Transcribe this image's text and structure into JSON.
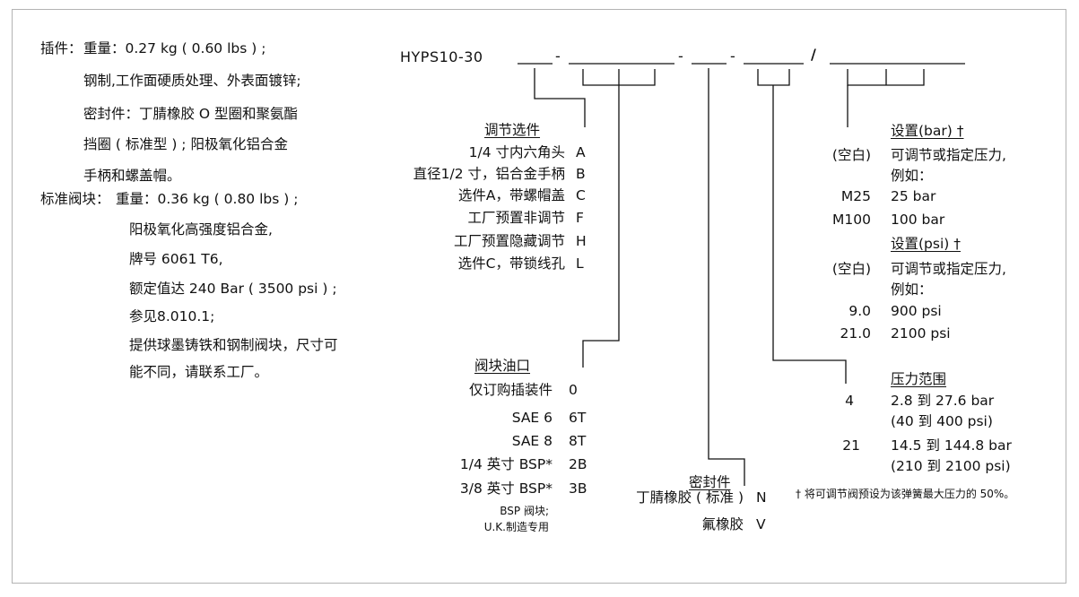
{
  "left": {
    "insert_label": "插件：",
    "insert_lines": [
      "重量：0.27 kg ( 0.60 lbs ) ;",
      "钢制,工作面硬质处理、外表面镀锌;",
      "密封件：丁腈橡胶 O 型圈和聚氨酯",
      "挡圈 ( 标准型 ) ; 阳极氧化铝合金",
      "手柄和螺盖帽。"
    ],
    "block_label": "标准阀块：",
    "block_lines": [
      "重量：0.36 kg ( 0.80 lbs ) ;",
      "阳极氧化高强度铝合金,",
      "牌号 6061 T6,",
      "额定值达 240 Bar ( 3500 psi ) ;",
      "参见8.010.1;",
      "提供球墨铸铁和钢制阀块，尺寸可",
      "能不同，请联系工厂。"
    ]
  },
  "model": {
    "code": "HYPS10-30",
    "dash": "-",
    "slash": "/"
  },
  "adjust": {
    "title": "调节选件",
    "rows": [
      {
        "label": "1/4 寸内六角头",
        "code": "A"
      },
      {
        "label": "直径1/2 寸，铝合金手柄",
        "code": "B"
      },
      {
        "label": "选件A，带螺帽盖",
        "code": "C"
      },
      {
        "label": "工厂预置非调节",
        "code": "F"
      },
      {
        "label": "工厂预置隐藏调节",
        "code": "H"
      },
      {
        "label": "选件C，带锁线孔",
        "code": "L"
      }
    ]
  },
  "ports": {
    "title": "阀块油口",
    "rows": [
      {
        "label": "仅订购插装件",
        "code": "0"
      },
      {
        "label": "SAE 6",
        "code": "6T"
      },
      {
        "label": "SAE 8",
        "code": "8T"
      },
      {
        "label": "1/4 英寸 BSP*",
        "code": "2B"
      },
      {
        "label": "3/8 英寸 BSP*",
        "code": "3B"
      }
    ],
    "note1": "BSP 阀块;",
    "note2": "U.K.制造专用"
  },
  "seals": {
    "title": "密封件",
    "rows": [
      {
        "label": "丁腈橡胶 ( 标准 )",
        "code": "N"
      },
      {
        "label": "氟橡胶",
        "code": "V"
      }
    ]
  },
  "setting_bar": {
    "title": "设置(bar) †",
    "rows": [
      {
        "code": "(空白)",
        "line1": "可调节或指定压力,",
        "line2": "例如："
      },
      {
        "code": "M25",
        "line1": "25 bar",
        "line2": ""
      },
      {
        "code": "M100",
        "line1": "100 bar",
        "line2": ""
      }
    ]
  },
  "setting_psi": {
    "title": "设置(psi) †",
    "rows": [
      {
        "code": "(空白)",
        "line1": "可调节或指定压力,",
        "line2": "例如："
      },
      {
        "code": "9.0",
        "line1": "900 psi",
        "line2": ""
      },
      {
        "code": "21.0",
        "line1": "2100 psi",
        "line2": ""
      }
    ]
  },
  "pressure": {
    "title": "压力范围",
    "rows": [
      {
        "code": "4",
        "line1": "2.8 到 27.6 bar",
        "line2": "(40 到 400 psi)"
      },
      {
        "code": "21",
        "line1": "14.5 到 144.8 bar",
        "line2": "(210 到 2100 psi)"
      }
    ],
    "footnote": "† 将可调节阀预设为该弹簧最大压力的 50%。"
  }
}
